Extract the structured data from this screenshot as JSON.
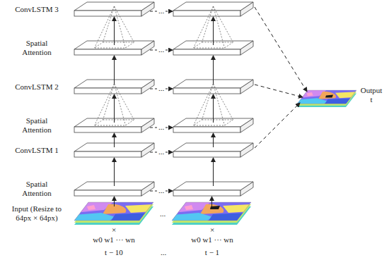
{
  "diagram": {
    "labels": [
      "ConvLSTM 3",
      "...",
      "Spatial Attention",
      "...",
      "ConvLSTM 2",
      "...",
      "Spatial Attention",
      "...",
      "ConvLSTM 1",
      "...",
      "Spatial Attention",
      "...",
      "Input (Resize to 64px × 64px)",
      "...",
      "Output t",
      "×",
      "w0 w1 ··· wn",
      "×",
      "w0 w1 ··· wn",
      "t − 10",
      "...",
      "t − 1"
    ]
  }
}
